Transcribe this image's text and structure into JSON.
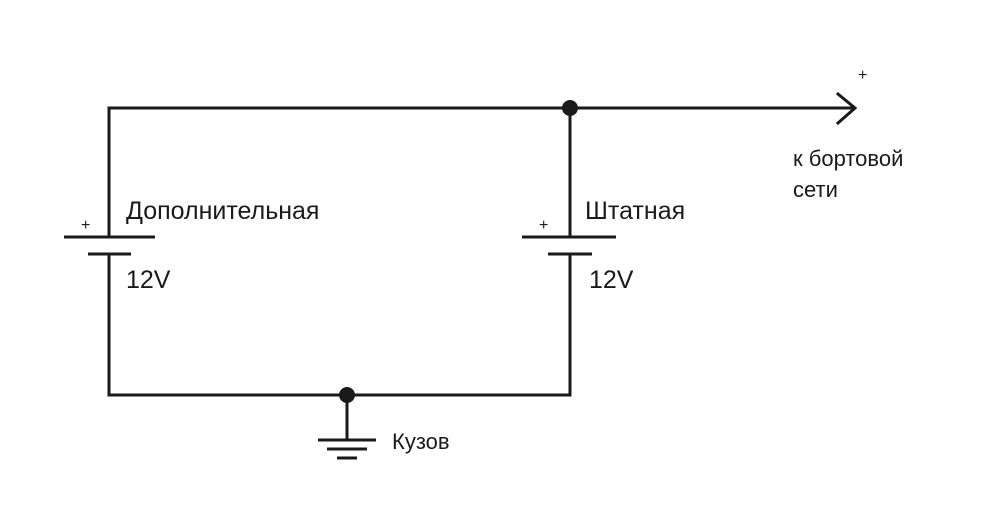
{
  "diagram": {
    "output": {
      "sign": "+",
      "line1": "к бортовой",
      "line2": "сети"
    },
    "battery_aux": {
      "name": "Дополнительная",
      "voltage": "12V",
      "plus": "+"
    },
    "battery_main": {
      "name": "Штатная",
      "voltage": "12V",
      "plus": "+"
    },
    "ground": {
      "label": "Кузов"
    }
  },
  "colors": {
    "line": "#1a1a1a",
    "background": "#ffffff"
  }
}
